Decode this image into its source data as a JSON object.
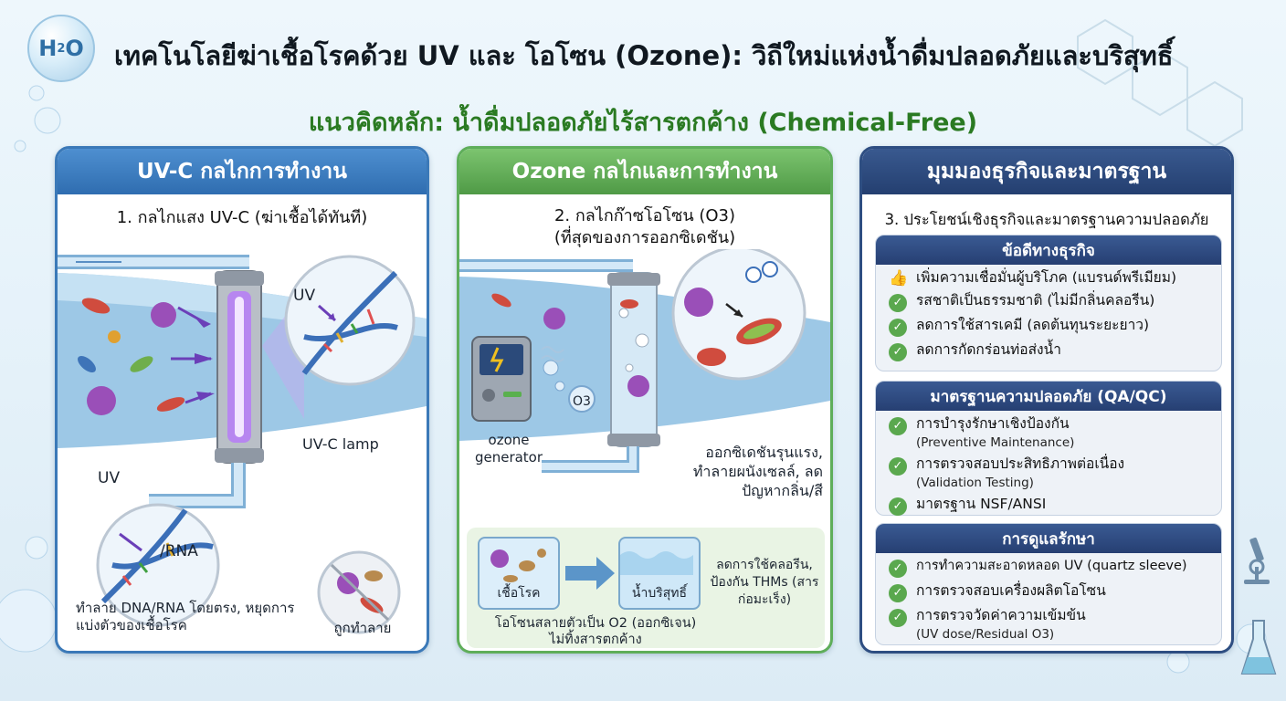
{
  "logo_text": "H2O",
  "title": "เทคโนโลยีฆ่าเชื้อโรคด้วย UV และ โอโซน (Ozone): วิถีใหม่แห่งน้ำดื่มปลอดภัยและบริสุทธิ์",
  "subtitle": "แนวคิดหลัก: น้ำดื่มปลอดภัยไร้สารตกค้าง (Chemical-Free)",
  "uv_panel": {
    "header": "UV-C กลไกการทำงาน",
    "title": "1. กลไกแสง UV-C (ฆ่าเชื้อได้ทันที)",
    "uv_label_top": "UV",
    "lamp_label": "UV-C lamp",
    "uv_label_bottom": "UV",
    "rna_label": "/RNA",
    "caption_left": "ทำลาย DNA/RNA โดยตรง, หยุดการแบ่งตัวของเชื้อโรค",
    "caption_right": "ถูกทำลาย"
  },
  "ozone_panel": {
    "header": "Ozone กลไกและการทำงาน",
    "title_line1": "2. กลไกก๊าซโอโซน (O3)",
    "title_line2": "(ที่สุดของการออกซิเดชัน)",
    "generator_label": "ozone generator",
    "o3_label": "O3",
    "caption_right": "ออกซิเดชันรุนแรง, ทำลายผนังเซลล์, ลดปัญหากลิ่น/สี",
    "germ_label": "เชื้อโรค",
    "pure_water_label": "น้ำบริสุทธิ์",
    "decompose_line1": "โอโซนสลายตัวเป็น O2 (ออกซิเจน)",
    "decompose_line2": "ไม่ทิ้งสารตกค้าง",
    "chlorine_note": "ลดการใช้คลอรีน, ป้องกัน THMs (สารก่อมะเร็ง)"
  },
  "business_panel": {
    "header": "มุมมองธุรกิจและมาตรฐาน",
    "title": "3. ประโยชน์เชิงธุรกิจและมาตรฐานความปลอดภัย",
    "sections": [
      {
        "heading": "ข้อดีทางธุรกิจ",
        "items": [
          {
            "text": "เพิ่มความเชื่อมั่นผู้บริโภค (แบรนด์พรีเมียม)",
            "sub": "",
            "icon": "thumbs-up-icon"
          },
          {
            "text": "รสชาติเป็นธรรมชาติ (ไม่มีกลิ่นคลอรีน)",
            "sub": "",
            "icon": "check-icon"
          },
          {
            "text": "ลดการใช้สารเคมี (ลดต้นทุนระยะยาว)",
            "sub": "",
            "icon": "check-icon"
          },
          {
            "text": "ลดการกัดกร่อนท่อส่งน้ำ",
            "sub": "",
            "icon": "check-icon"
          }
        ]
      },
      {
        "heading": "มาตรฐานความปลอดภัย (QA/QC)",
        "items": [
          {
            "text": "การบำรุงรักษาเชิงป้องกัน",
            "sub": "(Preventive Maintenance)",
            "icon": "check-icon"
          },
          {
            "text": "การตรวจสอบประสิทธิภาพต่อเนื่อง",
            "sub": "(Validation Testing)",
            "icon": "check-icon"
          },
          {
            "text": "มาตรฐาน NSF/ANSI",
            "sub": "",
            "icon": "check-icon"
          }
        ]
      },
      {
        "heading": "การดูแลรักษา",
        "items": [
          {
            "text": "การทำความสะอาดหลอด UV (quartz sleeve)",
            "sub": "",
            "icon": "check-icon"
          },
          {
            "text": "การตรวจสอบเครื่องผลิตโอโซน",
            "sub": "",
            "icon": "check-icon"
          },
          {
            "text": "การตรวจวัดค่าความเข้มข้น",
            "sub": "(UV dose/Residual O3)",
            "icon": "check-icon"
          }
        ]
      }
    ]
  },
  "colors": {
    "uv_blue": "#3b79b8",
    "ozone_green": "#5fae5a",
    "business_navy": "#2e4e82",
    "subtitle_green": "#2a7a22",
    "uv_violet": "#8a4fd6"
  }
}
